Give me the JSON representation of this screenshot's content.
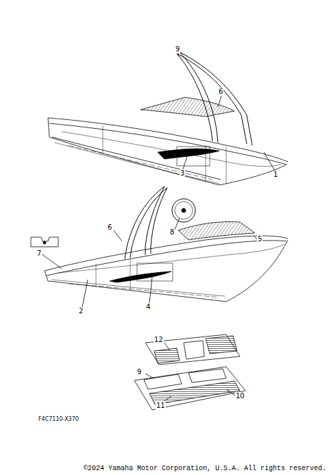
{
  "diagram": {
    "labels": [
      "9",
      "6",
      "3",
      "1",
      "8",
      "5",
      "7",
      "6",
      "2",
      "4",
      "12",
      "9",
      "10",
      "11",
      "F4C7110-X370",
      "©2024 Yamaha Motor Corporation, U.S.A. All rights reserved."
    ]
  }
}
